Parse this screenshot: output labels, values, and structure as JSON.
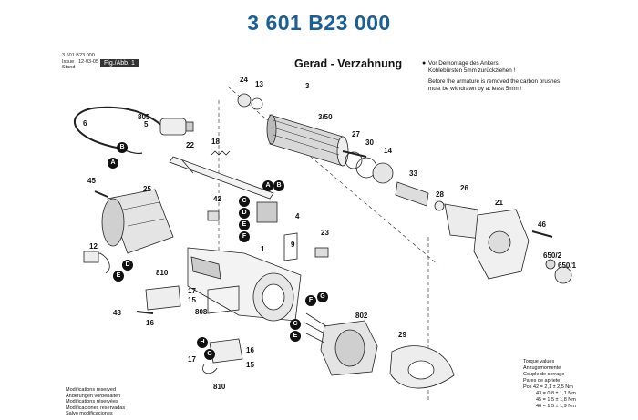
{
  "header": {
    "part_number": "3 601 B23 000"
  },
  "meta": {
    "line1": "3 601 B23 000",
    "issue_label": "Issue",
    "issue_value": "12-03-05",
    "stand_label": "Stand",
    "fig": "Fig./Abb. 1"
  },
  "subtitle": "Gerad - Verzahnung",
  "notes": {
    "bullet": "●",
    "de_line1": "Vor Demontage des Ankers",
    "de_line2": "Kohlebürsten 5mm zurückziehen !",
    "en_line1": "Before the armature is removed the carbon brushes",
    "en_line2": "must be withdrawn by at least 5mm !"
  },
  "part_labels": {
    "p24": "24",
    "p13": "13",
    "p3": "3",
    "p3_50": "3/50",
    "p805": "805",
    "p5": "5",
    "p6": "6",
    "p22": "22",
    "p18": "18",
    "p27": "27",
    "p30": "30",
    "p14": "14",
    "p33": "33",
    "p45": "45",
    "p25": "25",
    "p42": "42",
    "p4": "4",
    "p28": "28",
    "p26": "26",
    "p21": "21",
    "p12": "12",
    "p1": "1",
    "p9": "9",
    "p23": "23",
    "p46": "46",
    "p650_2": "650/2",
    "p650_1": "650/1",
    "p810a": "810",
    "p17a": "17",
    "p15": "15",
    "p43": "43",
    "p16a": "16",
    "p808": "808",
    "p802": "802",
    "p29": "29",
    "p17b": "17",
    "p16b": "16",
    "p15b": "15",
    "p810b": "810"
  },
  "callouts": {
    "A": "A",
    "B": "B",
    "C": "C",
    "D": "D",
    "E": "E",
    "F": "F",
    "G": "G",
    "H": "H"
  },
  "torque": {
    "h1": "Torque values",
    "h2": "Anzugsmomente",
    "h3": "Couple de serrage",
    "h4": "Pares de apriete",
    "r1": "Pos  42   =  2,1 ± 2,5 Nm",
    "r2": "43   =  0,8 ± 1,1 Nm",
    "r3": "45   =  1,5 ± 1,8 Nm",
    "r4": "46   =  1,5 ± 1,9 Nm"
  },
  "modifications": {
    "l1": "Modifications reserved",
    "l2": "Änderungen vorbehalten",
    "l3": "Modifications réservées",
    "l4": "Modificaciones reservadas",
    "l5": "Salvo modificaciones"
  }
}
